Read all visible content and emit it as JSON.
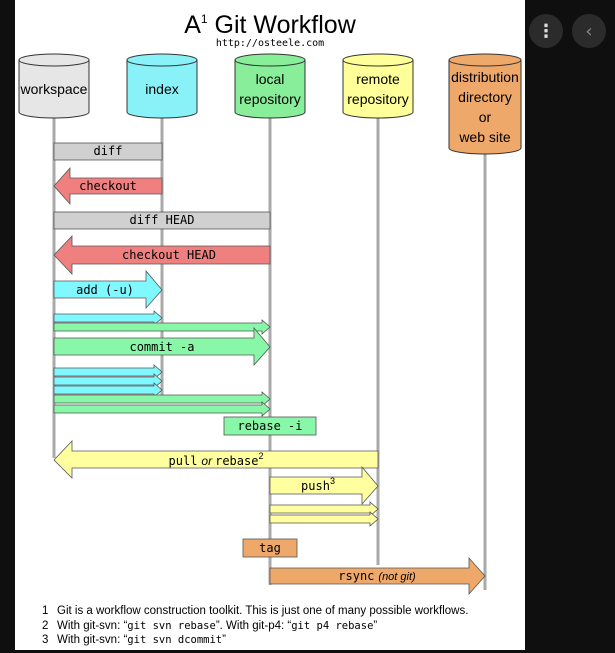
{
  "viewer": {
    "more_icon": "vertical-ellipsis-icon",
    "back_icon": "chevron-left-icon"
  },
  "diagram": {
    "title": "A",
    "title_sup": "1",
    "title_rest": " Git Workflow",
    "url": "http://osteele.com",
    "columns": [
      {
        "id": "workspace",
        "lines": [
          "workspace"
        ],
        "color": "#e6e6e6"
      },
      {
        "id": "index",
        "lines": [
          "index"
        ],
        "color": "#88f2f8"
      },
      {
        "id": "local",
        "lines": [
          "local",
          "repository"
        ],
        "color": "#88ee9a"
      },
      {
        "id": "remote",
        "lines": [
          "remote",
          "repository"
        ],
        "color": "#ffff99"
      },
      {
        "id": "distribution",
        "lines": [
          "distribution",
          "directory",
          "or",
          "web site"
        ],
        "color": "#eea86a"
      }
    ],
    "ops": {
      "diff": "diff",
      "checkout": "checkout",
      "diff_head": "diff HEAD",
      "checkout_head": "checkout HEAD",
      "add": "add (-u)",
      "commit": "commit -a",
      "rebase": "rebase -i",
      "pull_a": "pull",
      "pull_or": "or",
      "pull_b": "rebase",
      "pull_sup": "2",
      "push": "push",
      "push_sup": "3",
      "tag": "tag",
      "rsync": "rsync",
      "rsync_note": "(not git)"
    },
    "footnotes": [
      {
        "num": "1",
        "text": "Git is a workflow construction toolkit.  This is just one of many possible workflows."
      },
      {
        "num": "2",
        "pre": "With git-svn: “",
        "code": "git svn rebase",
        "mid": "”.  With git-p4: “",
        "code2": "git p4 rebase",
        "post": "”"
      },
      {
        "num": "3",
        "pre": "With git-svn: “",
        "code": "git svn dcommit",
        "post": "”"
      }
    ],
    "colors": {
      "gray": "#d0d0d0",
      "red": "#f08080",
      "cyan": "#80f8ff",
      "green": "#88f8a8",
      "yellow": "#ffffa0",
      "orange": "#eea86a",
      "lifeline": "#aaaaaa"
    }
  }
}
